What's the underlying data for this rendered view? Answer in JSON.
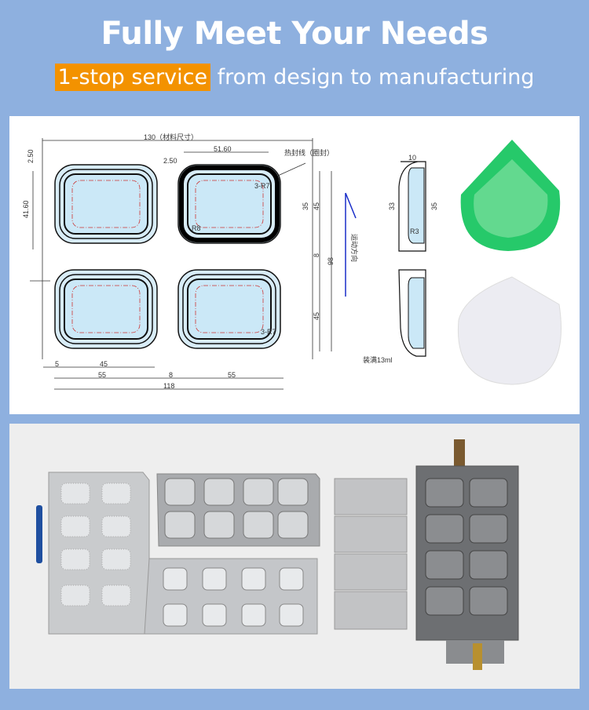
{
  "header": {
    "title": "Fully Meet Your Needs",
    "subtitle_highlight": "1-stop service",
    "subtitle_rest": "from design to manufacturing",
    "highlight_color": "#f39200",
    "background_color": "#8eb0df"
  },
  "drawing": {
    "labels": {
      "overall_width": "130（材料尺寸）",
      "heat_seal": "热封线（圈封）",
      "direction": "运动方向",
      "fill_volume": "装满13ml",
      "d_2_50_a": "2.50",
      "d_2_50_b": "2.50",
      "d_51_60": "51.60",
      "d_41_60": "41.60",
      "d_3r7_a": "3-R7",
      "d_3r7_b": "3-R7",
      "d_r8": "R8",
      "d_35": "35",
      "d_45_a": "45",
      "d_45_b": "45",
      "d_8_v": "8",
      "d_98": "98",
      "d_5": "5",
      "d_45_h": "45",
      "d_55_a": "55",
      "d_8_h": "8",
      "d_55_b": "55",
      "d_118": "118",
      "s_10": "10",
      "s_33": "33",
      "s_35": "35",
      "s_r3": "R3"
    }
  },
  "photos": {
    "items": [
      "forming-mold-base",
      "cavity-plate-upper",
      "cavity-plate-lower",
      "cutting-plates",
      "sealing-mold"
    ]
  }
}
